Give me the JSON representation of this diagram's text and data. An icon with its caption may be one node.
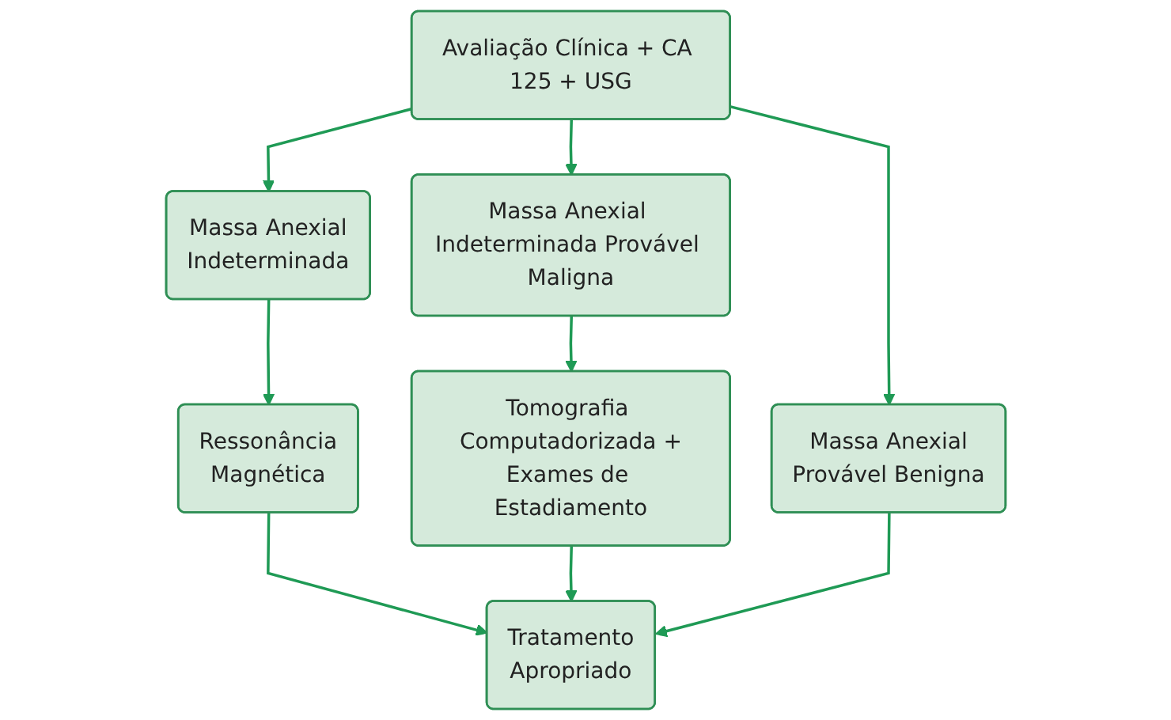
{
  "diagram": {
    "nodes": [
      {
        "text": [
          "Avaliação Clínica + CA 125 + USG"
        ]
      },
      {
        "text": [
          "Massa Anexial Indeterminada Provável Maligna"
        ]
      },
      {
        "text": [
          "Massa Anexial",
          "Indeterminada"
        ]
      },
      {
        "text": [
          "Massa Anexial",
          "Provável Benigna"
        ]
      },
      {
        "text": [
          "Tomografia Computadorizada +",
          "Exames de Estadiamento"
        ]
      },
      {
        "text": [
          "Ressonância",
          "Magnética"
        ]
      },
      {
        "text": [
          "Tratamento",
          "Apropriado"
        ]
      }
    ],
    "edges": [
      {
        "from": 0,
        "to": 1,
        "arrow": "to"
      },
      {
        "from": 0,
        "to": 2,
        "arrow": "to"
      },
      {
        "from": 0,
        "to": 3,
        "arrow": "to"
      },
      {
        "from": 1,
        "to": 4,
        "arrow": "to"
      },
      {
        "from": 2,
        "to": 5,
        "arrow": "to"
      },
      {
        "from": 5,
        "to": 6,
        "arrow": "to"
      },
      {
        "from": 4,
        "to": 6,
        "arrow": "to"
      },
      {
        "from": 3,
        "to": 6,
        "arrow": "to"
      }
    ]
  }
}
